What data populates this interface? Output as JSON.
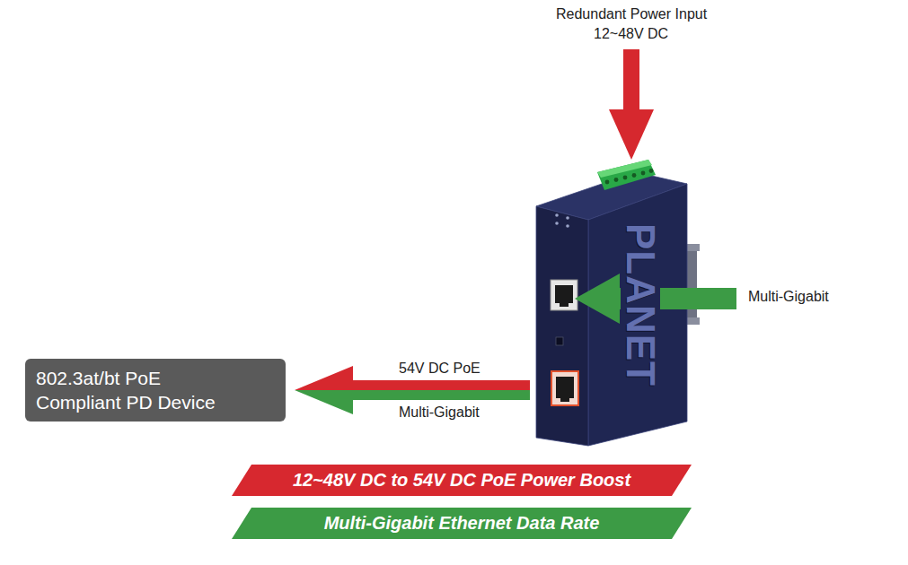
{
  "diagram": {
    "nodes": [
      {
        "text": [
          "PLANET"
        ]
      },
      {
        "text": [
          "802.3at/bt PoE Compliant PD Device"
        ]
      },
      {
        "text": [
          "12~48V DC to 54V DC PoE Power Boost"
        ]
      },
      {
        "text": [
          "Multi-Gigabit Ethernet Data Rate"
        ]
      }
    ],
    "edges": [
      {
        "from": 0,
        "to": 1,
        "arrow": "to",
        "label": "54V DC PoE"
      },
      {
        "from": 0,
        "to": 1,
        "arrow": "to",
        "label": "Multi-Gigabit"
      }
    ],
    "labels": [
      "Redundant Power Input",
      "12~48V DC",
      "Multi-Gigabit"
    ]
  }
}
